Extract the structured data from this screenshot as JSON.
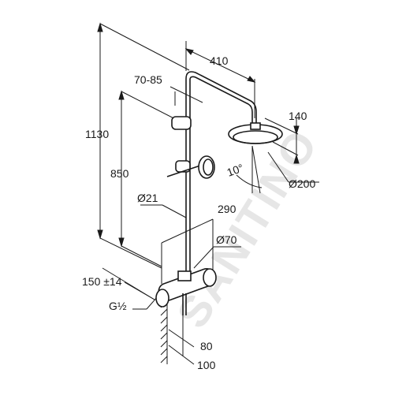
{
  "watermark": "SANITINO",
  "dimensions": {
    "overall_height": "1130",
    "arm_length": "410",
    "slide_range": "70-85",
    "head_drop": "140",
    "slide_bar_height": "850",
    "tilt_angle": "10°",
    "head_diameter": "Ø200",
    "pipe_diameter": "Ø21",
    "wall_offset": "290",
    "handshower_diameter": "Ø70",
    "connection_spacing": "150 ±14",
    "thread": "G½",
    "wall_to_pipe": "80",
    "wall_to_mixer": "100"
  }
}
